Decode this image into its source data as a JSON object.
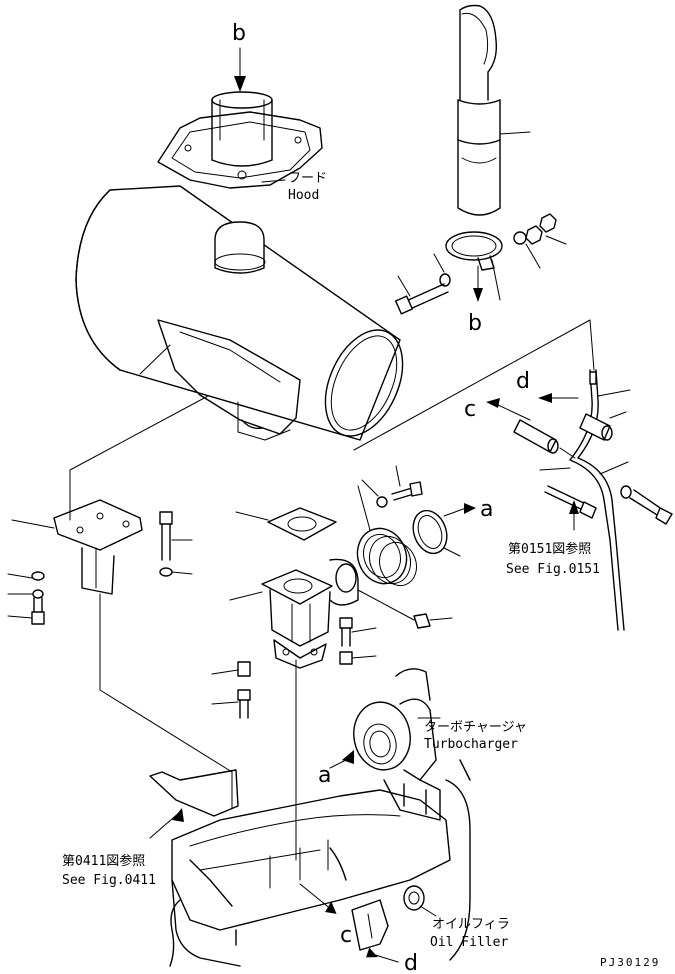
{
  "labels": {
    "hood_jp": "フード",
    "hood_en": "Hood",
    "ref_0151_jp": "第0151図参照",
    "ref_0151_en": "See Fig.0151",
    "turbo_jp": "ターボチャージャ",
    "turbo_en": "Turbocharger",
    "ref_0411_jp": "第0411図参照",
    "ref_0411_en": "See Fig.0411",
    "oil_jp": "オイルフィラ",
    "oil_en": "Oil Filler",
    "drawing_code": "PJ30129"
  },
  "markers": {
    "a_arrow": "a",
    "a_turbo": "a",
    "b_top": "b",
    "b_clamp": "b",
    "c_bracket": "c",
    "c_bottom": "c",
    "d_bracket": "d",
    "d_bottom": "d"
  }
}
